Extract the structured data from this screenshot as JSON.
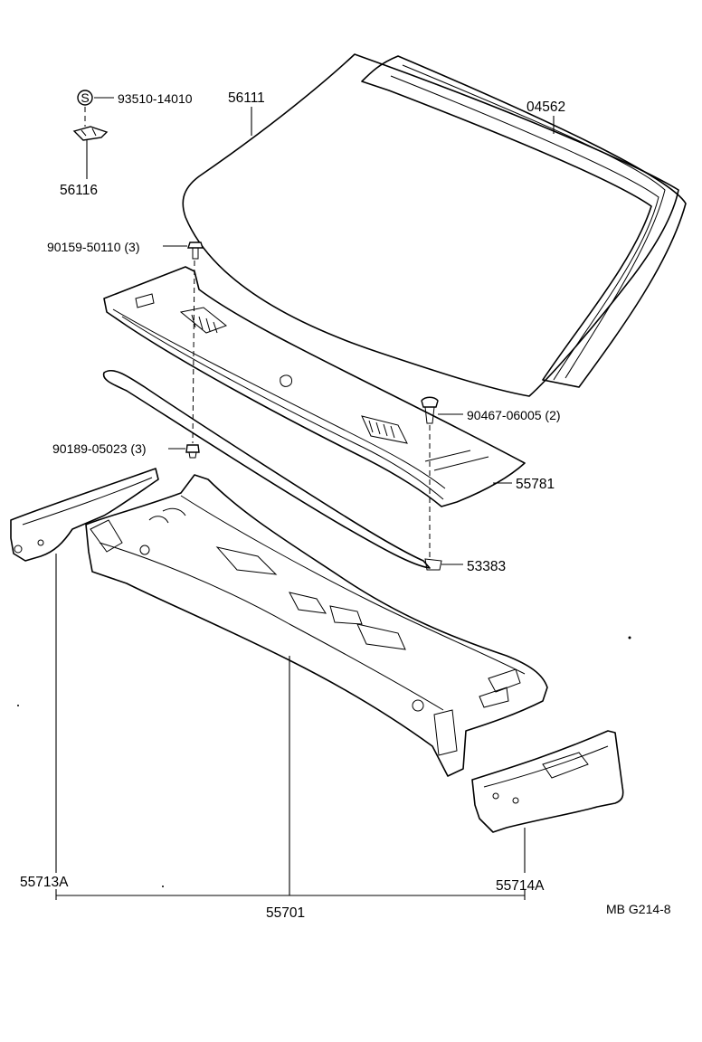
{
  "diagram": {
    "labels": {
      "p93510": "93510-14010",
      "p56111": "56111",
      "p04562": "04562",
      "p56116": "56116",
      "p90159": "90159-50110 (3)",
      "p90467": "90467-06005 (2)",
      "p90189": "90189-05023 (3)",
      "p55781": "55781",
      "p53383": "53383",
      "p55713A": "55713A",
      "p55714A": "55714A",
      "p55701": "55701",
      "ref": "MB G214-8"
    },
    "symbols": {
      "s_marker": "S"
    }
  }
}
